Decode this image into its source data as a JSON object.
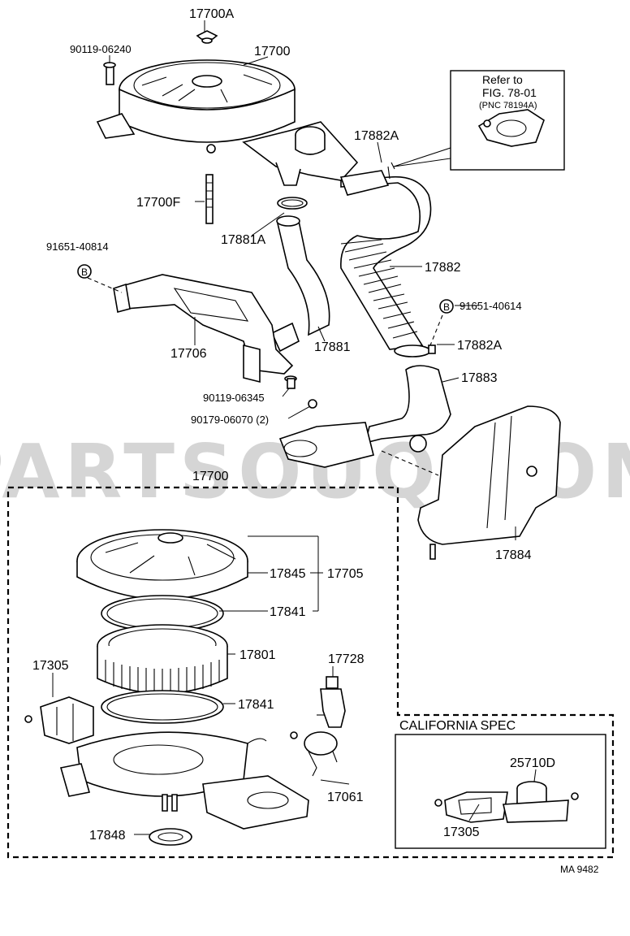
{
  "watermark": "PARTSOUQ.COM",
  "figure_code": "MA  9482",
  "refer_box": {
    "line1": "Refer to",
    "line2": "FIG. 78-01",
    "line3": "(PNC 78194A)"
  },
  "california_box": {
    "title": "CALIFORNIA SPEC"
  },
  "labels": {
    "p17700A": "17700A",
    "p90119_06240": "90119-06240",
    "p17700_top": "17700",
    "p17882A_top": "17882A",
    "p17700F": "17700F",
    "p17881A": "17881A",
    "p91651_40814": "91651-40814",
    "p17882": "17882",
    "p91651_40614": "91651-40614",
    "p17706": "17706",
    "p17881": "17881",
    "p17882A_mid": "17882A",
    "p17883": "17883",
    "p90119_06345": "90119-06345",
    "p90179_06070": "90179-06070 (2)",
    "p17700_box": "17700",
    "p17884": "17884",
    "p17845": "17845",
    "p17705": "17705",
    "p17841_a": "17841",
    "p17801": "17801",
    "p17728": "17728",
    "p17305": "17305",
    "p17841_b": "17841",
    "p17061": "17061",
    "p17848": "17848",
    "p25710D": "25710D",
    "p17305_cal": "17305"
  },
  "markers": {
    "b1": "B",
    "b2": "B"
  }
}
